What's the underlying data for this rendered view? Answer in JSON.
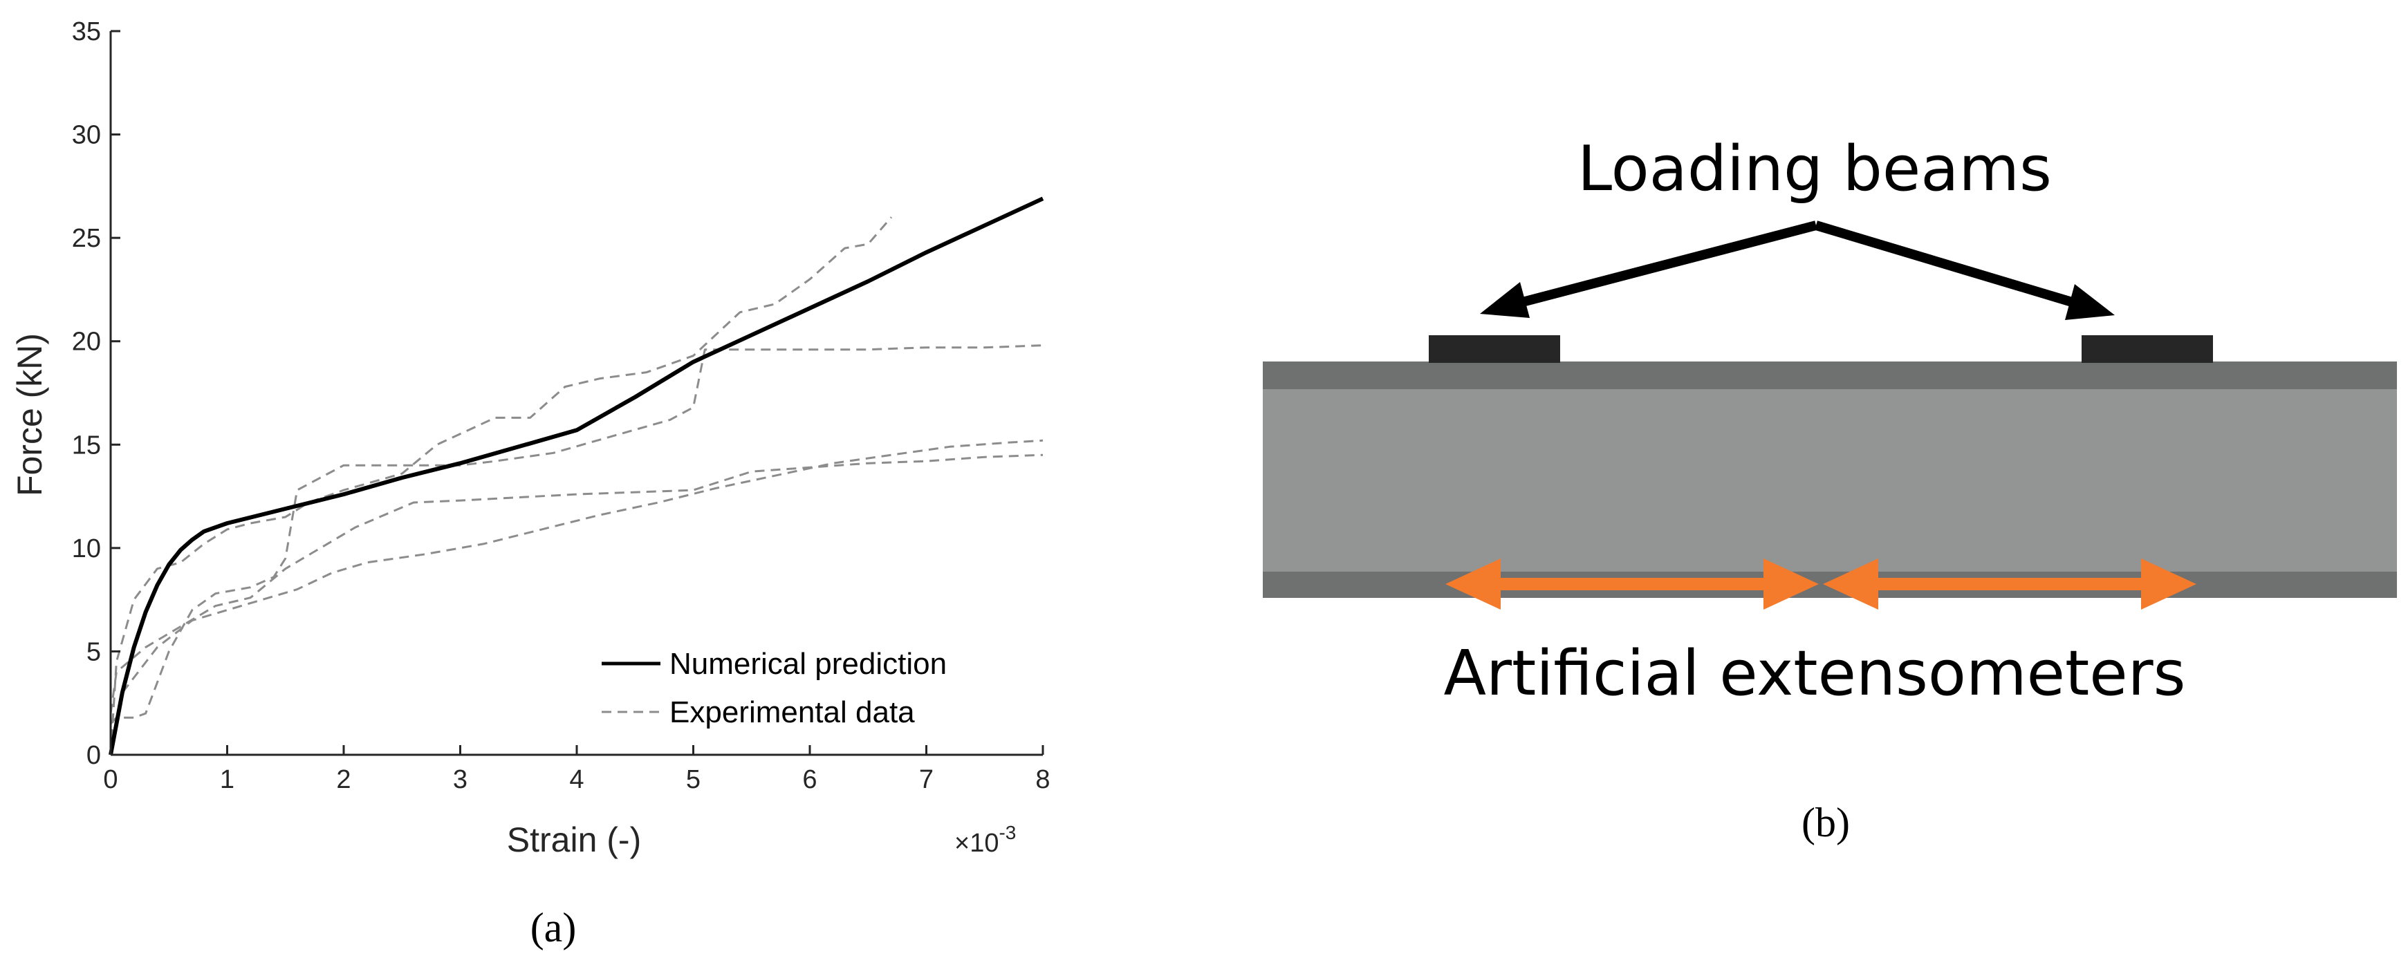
{
  "panel_a_caption": "(a)",
  "panel_b_caption": "(b)",
  "chart_data": {
    "type": "line",
    "title": "",
    "xlabel": "Strain (-)",
    "ylabel": "Force (kN)",
    "x_multiplier_label": "×10",
    "x_multiplier_exponent": "-3",
    "xlim": [
      0,
      8
    ],
    "ylim": [
      0,
      35
    ],
    "xticks": [
      "0",
      "1",
      "2",
      "3",
      "4",
      "5",
      "6",
      "7",
      "8"
    ],
    "yticks": [
      "0",
      "5",
      "10",
      "15",
      "20",
      "25",
      "30",
      "35"
    ],
    "grid": false,
    "legend_position": "bottom-right",
    "legend": [
      "Numerical prediction",
      "Experimental data"
    ],
    "series": [
      {
        "name": "Numerical prediction",
        "style": "solid",
        "color": "#000000",
        "x": [
          0,
          0.1,
          0.2,
          0.3,
          0.4,
          0.5,
          0.6,
          0.7,
          0.8,
          1.0,
          1.5,
          2.0,
          2.5,
          3.0,
          3.5,
          4.0,
          4.5,
          5.0,
          5.5,
          6.0,
          6.5,
          7.0,
          7.5,
          8.0
        ],
        "y": [
          0,
          3.0,
          5.2,
          6.9,
          8.2,
          9.2,
          9.9,
          10.4,
          10.8,
          11.2,
          11.9,
          12.6,
          13.4,
          14.1,
          14.9,
          15.7,
          17.3,
          19.0,
          20.3,
          21.6,
          22.9,
          24.3,
          25.6,
          26.9
        ]
      },
      {
        "name": "Experimental data",
        "style": "dashed",
        "color": "#8c8c8c",
        "x": [
          0,
          0.05,
          0.2,
          0.3,
          0.5,
          0.7,
          0.9,
          1.2,
          1.4,
          1.5,
          1.6,
          2.0,
          2.5,
          3.0,
          3.3,
          3.8,
          4.3,
          4.8,
          5.0,
          5.1,
          5.3,
          5.5,
          6.0,
          6.5,
          7.0,
          7.5,
          8.0
        ],
        "y": [
          1.5,
          1.8,
          1.8,
          2.0,
          5.0,
          7.0,
          7.8,
          8.1,
          8.6,
          9.5,
          12.8,
          14.0,
          14.0,
          14.0,
          14.2,
          14.6,
          15.4,
          16.2,
          16.8,
          19.6,
          19.6,
          19.6,
          19.6,
          19.6,
          19.7,
          19.7,
          19.8
        ]
      },
      {
        "name": "",
        "style": "dashed",
        "color": "#8c8c8c",
        "x": [
          0,
          0.05,
          0.2,
          0.4,
          0.6,
          0.8,
          1.0,
          1.2,
          1.5,
          1.7,
          2.0,
          2.5,
          2.8,
          3.3,
          3.6,
          3.9,
          4.2,
          4.6,
          5.0,
          5.4,
          5.7,
          6.0,
          6.3,
          6.5,
          6.7
        ],
        "y": [
          0,
          4.5,
          7.5,
          9.0,
          9.3,
          10.2,
          10.9,
          11.2,
          11.5,
          12.2,
          12.8,
          13.6,
          15.0,
          16.3,
          16.3,
          17.8,
          18.2,
          18.5,
          19.3,
          21.4,
          21.8,
          23.0,
          24.5,
          24.7,
          26.0
        ]
      },
      {
        "name": "",
        "style": "dashed",
        "color": "#8c8c8c",
        "x": [
          0,
          0.05,
          0.3,
          0.6,
          0.9,
          1.2,
          1.5,
          1.8,
          2.1,
          2.6,
          3.0,
          4.0,
          5.0,
          5.5,
          6.0,
          6.5,
          7.0,
          7.5,
          8.0
        ],
        "y": [
          2.0,
          4.0,
          5.2,
          6.2,
          7.2,
          7.6,
          9.0,
          10.0,
          11.0,
          12.2,
          12.3,
          12.6,
          12.8,
          13.7,
          13.9,
          14.1,
          14.2,
          14.4,
          14.5
        ]
      },
      {
        "name": "",
        "style": "dashed",
        "color": "#8c8c8c",
        "x": [
          0,
          0.1,
          0.4,
          0.7,
          1.0,
          1.3,
          1.6,
          1.9,
          2.2,
          2.7,
          3.2,
          3.7,
          4.2,
          4.7,
          5.2,
          5.7,
          6.2,
          6.7,
          7.2,
          7.7,
          8.0
        ],
        "y": [
          0,
          3.0,
          5.2,
          6.5,
          7.0,
          7.5,
          8.0,
          8.8,
          9.3,
          9.7,
          10.2,
          10.9,
          11.6,
          12.2,
          12.9,
          13.5,
          14.1,
          14.5,
          14.9,
          15.1,
          15.2
        ]
      }
    ]
  },
  "diagram_b": {
    "label_top": "Loading beams",
    "label_bottom": "Artificial extensometers",
    "colors": {
      "beam_body": "#939595",
      "beam_flange": "#6f7070",
      "loading_beam": "#262626",
      "arrow_black": "#000000",
      "arrow_orange": "#f47a2c"
    }
  }
}
